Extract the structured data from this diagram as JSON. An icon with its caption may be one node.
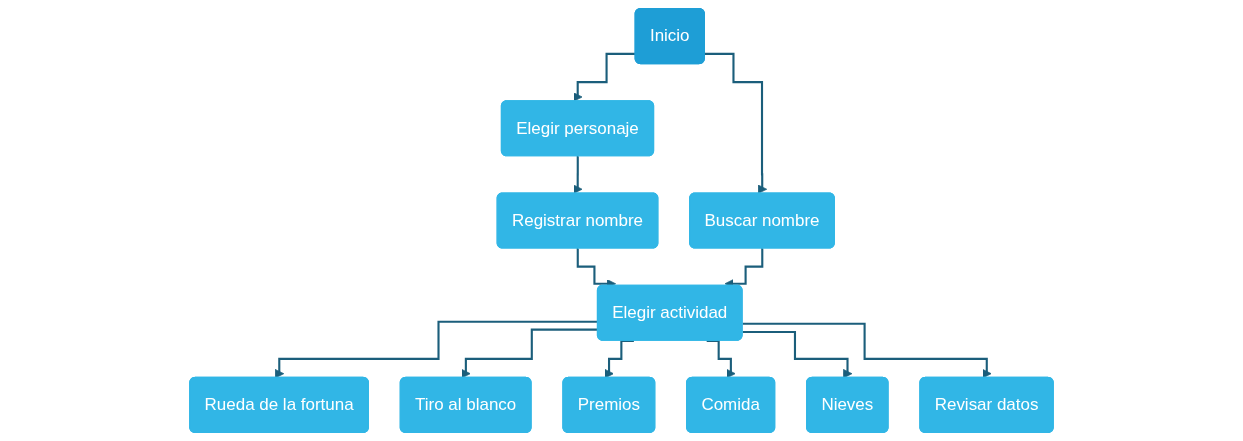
{
  "diagram": {
    "nodes": [
      {
        "text": [
          "Inicio"
        ]
      },
      {
        "text": [
          "Elegir personaje"
        ]
      },
      {
        "text": [
          "Buscar nombre"
        ]
      },
      {
        "text": [
          "Registrar nombre"
        ]
      },
      {
        "text": [
          "Elegir actividad"
        ]
      },
      {
        "text": [
          "Rueda de la fortuna"
        ]
      },
      {
        "text": [
          "Tiro al blanco"
        ]
      },
      {
        "text": [
          "Premios"
        ]
      },
      {
        "text": [
          "Comida"
        ]
      },
      {
        "text": [
          "Nieves"
        ]
      },
      {
        "text": [
          "Revisar datos"
        ]
      }
    ],
    "edges": [
      {
        "from": 0,
        "to": 1,
        "arrow": "to"
      },
      {
        "from": 0,
        "to": 2,
        "arrow": "to"
      },
      {
        "from": 1,
        "to": 3,
        "arrow": "to"
      },
      {
        "from": 3,
        "to": 4,
        "arrow": "to"
      },
      {
        "from": 2,
        "to": 4,
        "arrow": "to"
      },
      {
        "from": 4,
        "to": 5,
        "arrow": "to"
      },
      {
        "from": 4,
        "to": 6,
        "arrow": "to"
      },
      {
        "from": 4,
        "to": 7,
        "arrow": "to"
      },
      {
        "from": 4,
        "to": 8,
        "arrow": "to"
      },
      {
        "from": 4,
        "to": 9,
        "arrow": "to"
      },
      {
        "from": 4,
        "to": 10,
        "arrow": "to"
      }
    ]
  }
}
